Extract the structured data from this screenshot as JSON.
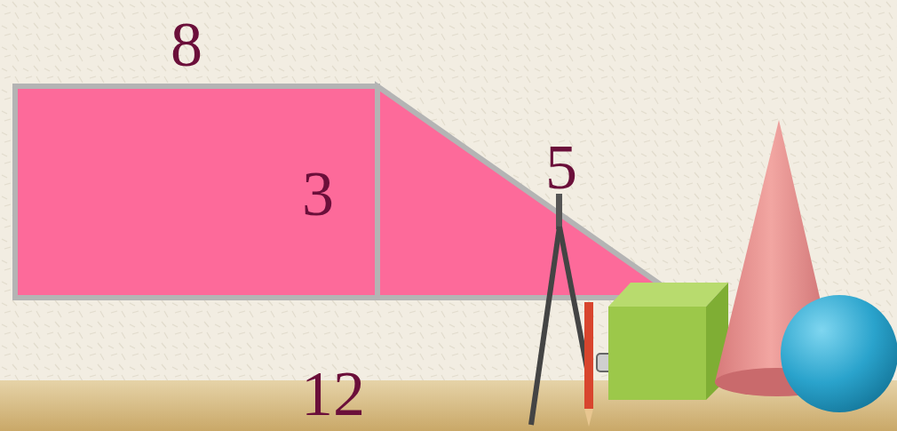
{
  "diagram": {
    "labels": [
      "8",
      "3",
      "5",
      "12"
    ]
  }
}
